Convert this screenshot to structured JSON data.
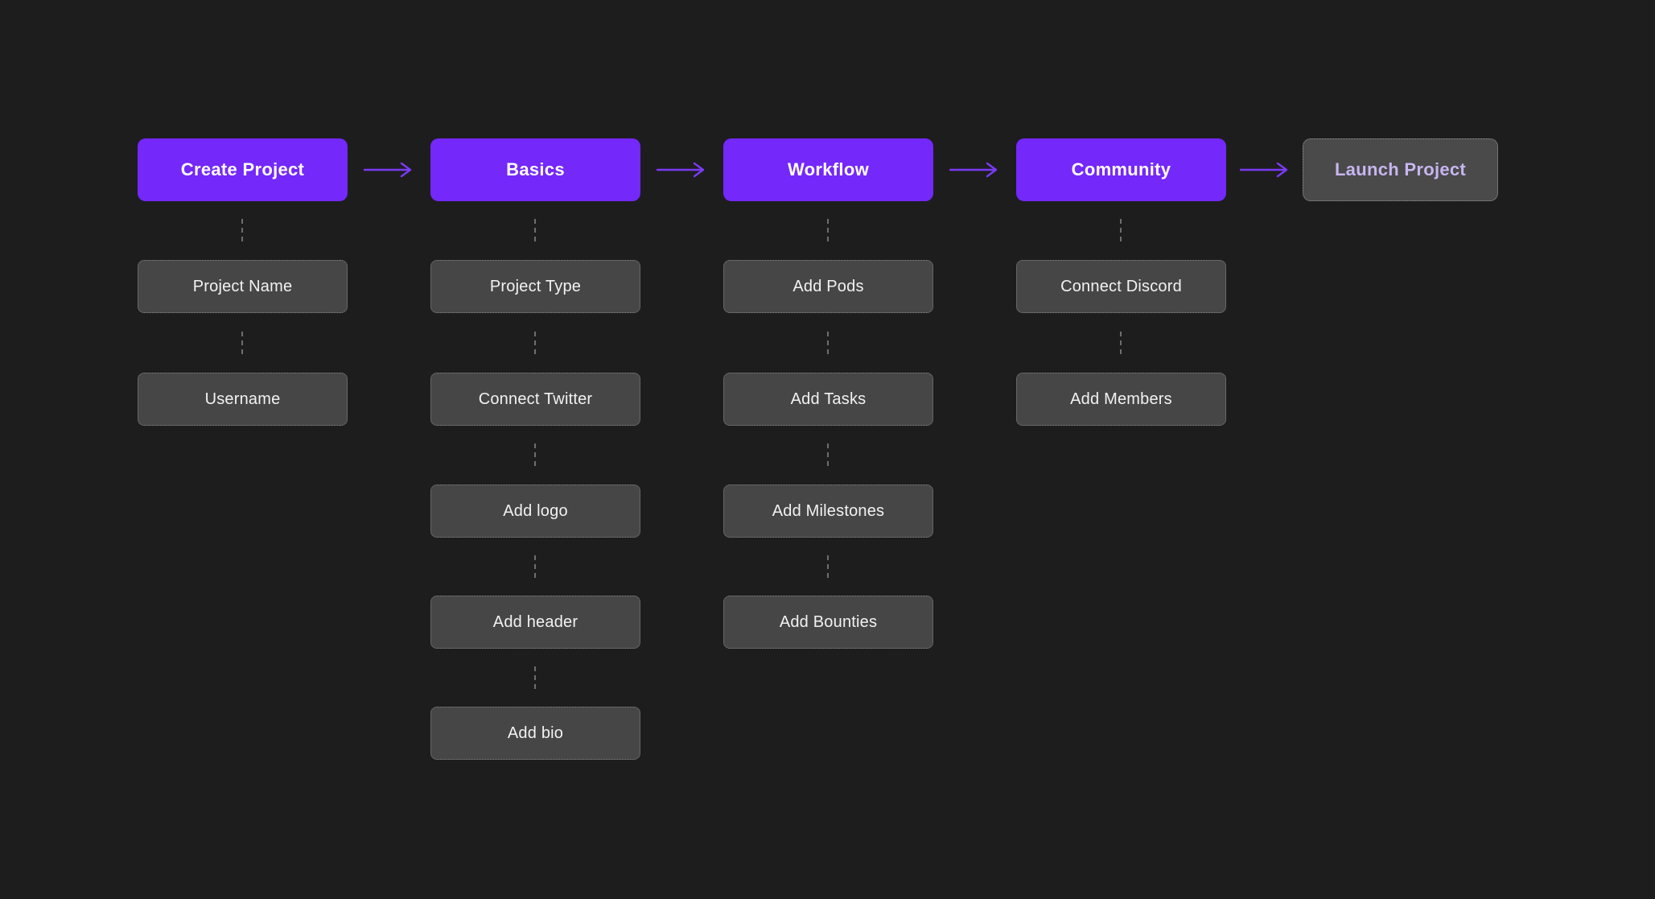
{
  "colors": {
    "bg": "#1d1d1e",
    "node_purple": "#7428fa",
    "node_gray": "#464646",
    "node_gray_launch": "#4a4a4a",
    "arrow": "#7b3af5",
    "connector": "#6e6e6e",
    "text_white": "#ffffff",
    "text_sub": "#f2f2f2",
    "text_launch": "#c7b5f0"
  },
  "diagram": {
    "columns": [
      {
        "header": {
          "label": "Create Project",
          "style": "primary"
        },
        "children": [
          {
            "label": "Project Name"
          },
          {
            "label": "Username"
          }
        ]
      },
      {
        "header": {
          "label": "Basics",
          "style": "primary"
        },
        "children": [
          {
            "label": "Project Type"
          },
          {
            "label": "Connect Twitter"
          },
          {
            "label": "Add logo"
          },
          {
            "label": "Add header"
          },
          {
            "label": "Add bio"
          }
        ]
      },
      {
        "header": {
          "label": "Workflow",
          "style": "primary"
        },
        "children": [
          {
            "label": "Add Pods"
          },
          {
            "label": "Add Tasks"
          },
          {
            "label": "Add Milestones"
          },
          {
            "label": "Add Bounties"
          }
        ]
      },
      {
        "header": {
          "label": "Community",
          "style": "primary"
        },
        "children": [
          {
            "label": "Connect Discord"
          },
          {
            "label": "Add Members"
          }
        ]
      },
      {
        "header": {
          "label": "Launch Project",
          "style": "pending"
        },
        "children": []
      }
    ],
    "arrow_icon": "right-arrow-icon"
  }
}
